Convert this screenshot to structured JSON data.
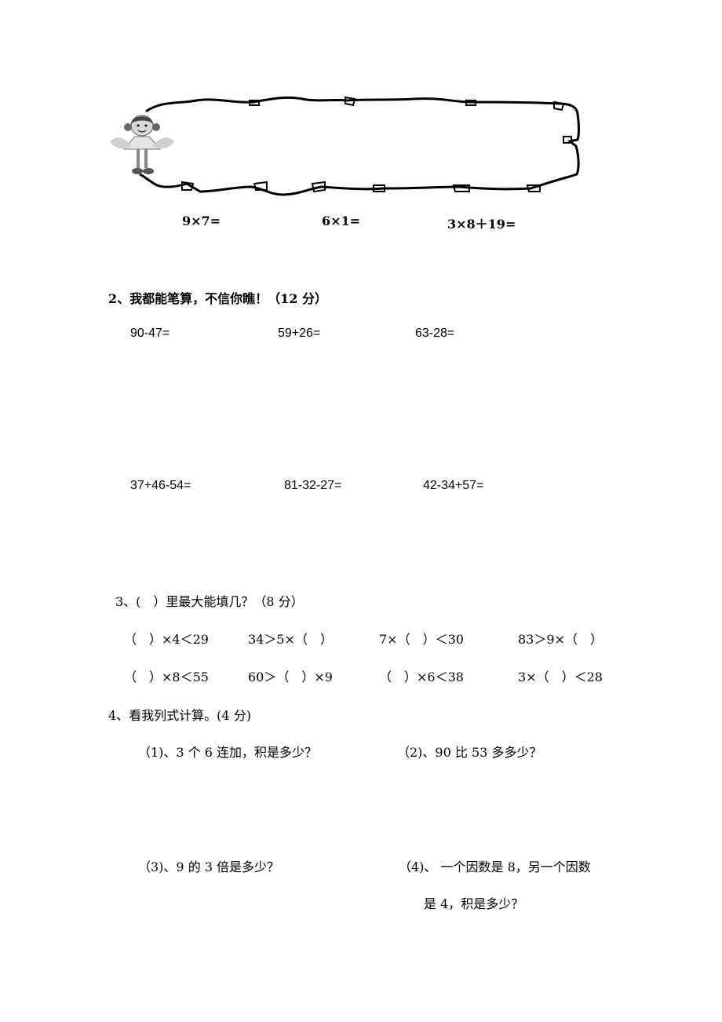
{
  "frame_problems": [
    "9×7=",
    "6×1=",
    "3×8＋19="
  ],
  "section2": {
    "title": "2、我都能笔算，不信你瞧！（12 分）",
    "row1": [
      "90-47=",
      "59+26=",
      "63-28="
    ],
    "row2": [
      "37+46-54=",
      "81-32-27=",
      "42-34+57="
    ]
  },
  "section3": {
    "title": "3、(　）里最大能填几？（8 分）",
    "row1": [
      "（　）×4＜29",
      "34＞5×（　）",
      "7×（　）＜30",
      "83＞9×（　）"
    ],
    "row2": [
      "（　）×8＜55",
      "60＞（　）×9",
      "（　）×6＜38",
      "3×（　）＜28"
    ]
  },
  "section4": {
    "title": "4、看我列式计算。(4 分)",
    "q1": "（1)、3 个 6 连加，积是多少？",
    "q2": "（2)、90 比 53 多多少？",
    "q3": "（3)、9 的 3 倍是多少？",
    "q4_line1": "（4)、 一个因数是 8，另一个因数",
    "q4_line2": "是 4，积是多少？"
  }
}
